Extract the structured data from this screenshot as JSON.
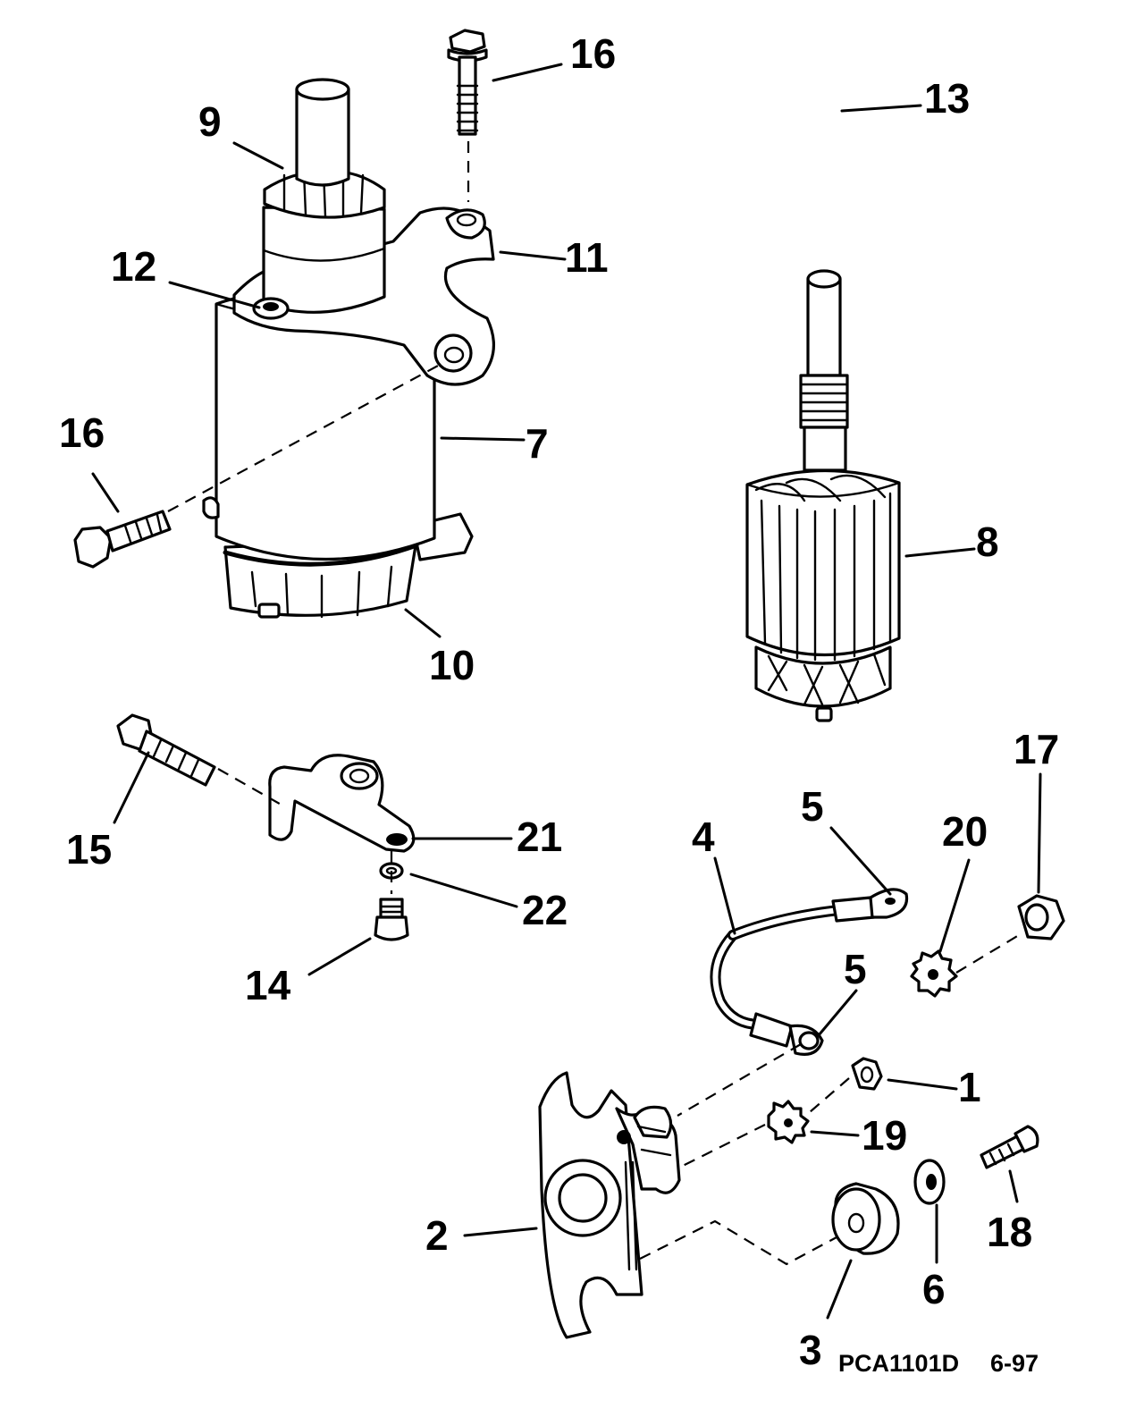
{
  "callouts": {
    "c1": "1",
    "c2": "2",
    "c3": "3",
    "c4": "4",
    "c5a": "5",
    "c5b": "5",
    "c6": "6",
    "c7": "7",
    "c8": "8",
    "c9": "9",
    "c10": "10",
    "c11": "11",
    "c12": "12",
    "c13": "13",
    "c14": "14",
    "c15": "15",
    "c16a": "16",
    "c16b": "16",
    "c17": "17",
    "c18": "18",
    "c19": "19",
    "c20": "20",
    "c21": "21",
    "c22": "22"
  },
  "footer": {
    "code": "PCA1101D",
    "date": "6-97"
  }
}
